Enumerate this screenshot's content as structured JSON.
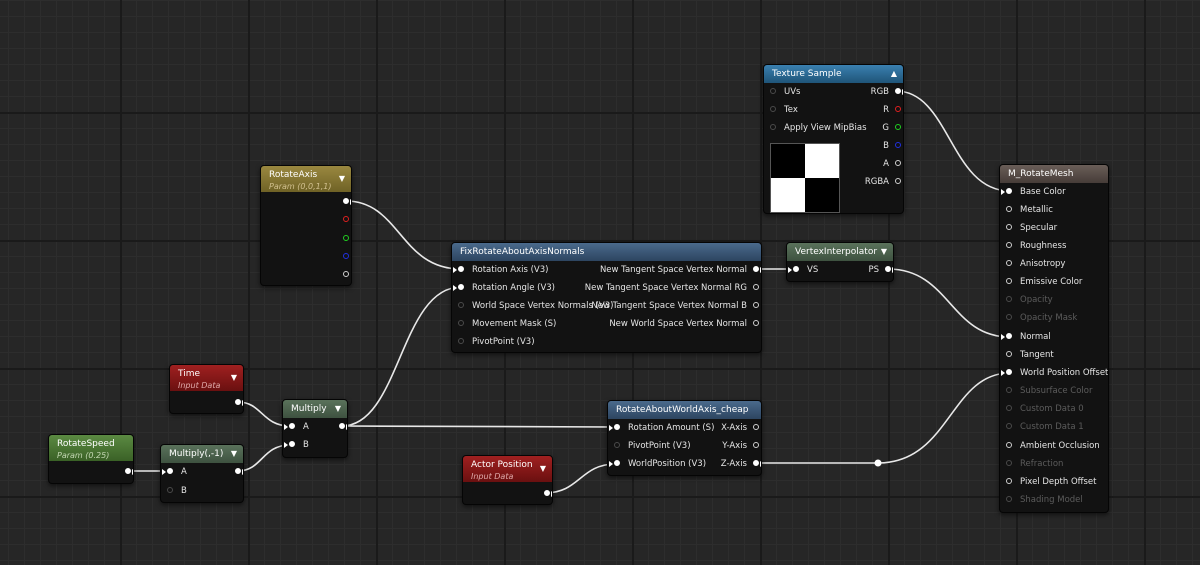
{
  "graph": {
    "nodes": {
      "rotate_axis": {
        "title": "RotateAxis",
        "subtitle": "Param (0,0,1,1)"
      },
      "time": {
        "title": "Time",
        "subtitle": "Input Data"
      },
      "rotate_speed": {
        "title": "RotateSpeed",
        "subtitle": "Param (0.25)"
      },
      "multiply_neg": {
        "title": "Multiply(,-1)",
        "pin_a": "A",
        "pin_b": "B"
      },
      "multiply": {
        "title": "Multiply",
        "pin_a": "A",
        "pin_b": "B"
      },
      "fix_rotate": {
        "title": "FixRotateAboutAxisNormals",
        "inputs": [
          "Rotation Axis (V3)",
          "Rotation Angle (V3)",
          "World Space Vertex Normals (V3)",
          "Movement Mask (S)",
          "PivotPoint (V3)"
        ],
        "outputs": [
          "New Tangent Space Vertex Normal",
          "New Tangent Space Vertex Normal RG",
          "New Tangent Space Vertex Normal B",
          "New World Space Vertex Normal"
        ]
      },
      "vertex_interpolator": {
        "title": "VertexInterpolator",
        "input": "VS",
        "output": "PS"
      },
      "texture_sample": {
        "title": "Texture Sample",
        "inputs": [
          "UVs",
          "Tex",
          "Apply View MipBias"
        ],
        "outputs": [
          "RGB",
          "R",
          "G",
          "B",
          "A",
          "RGBA"
        ]
      },
      "actor_position": {
        "title": "Actor Position",
        "subtitle": "Input Data"
      },
      "rotate_world": {
        "title": "RotateAboutWorldAxis_cheap",
        "inputs": [
          "Rotation Amount (S)",
          "PivotPoint (V3)",
          "WorldPosition (V3)"
        ],
        "outputs": [
          "X-Axis",
          "Y-Axis",
          "Z-Axis"
        ]
      },
      "material": {
        "title": "M_RotateMesh",
        "inputs": [
          "Base Color",
          "Metallic",
          "Specular",
          "Roughness",
          "Anisotropy",
          "Emissive Color",
          "Opacity",
          "Opacity Mask",
          "Normal",
          "Tangent",
          "World Position Offset",
          "Subsurface Color",
          "Custom Data 0",
          "Custom Data 1",
          "Ambient Occlusion",
          "Refraction",
          "Pixel Depth Offset",
          "Shading Model"
        ]
      }
    },
    "colors": {
      "param_vector_header": "#8a7a34",
      "param_scalar_header": "#4d7a36",
      "input_data_header": "#8a1a1a",
      "math_header": "#4f6450",
      "function_header": "#3a5674",
      "texture_header": "#2e6a96",
      "result_header": "#5a4e4a",
      "wire": "#e8e8e8",
      "pin_red": "#e02020",
      "pin_green": "#20d020",
      "pin_blue": "#2030e0"
    }
  }
}
